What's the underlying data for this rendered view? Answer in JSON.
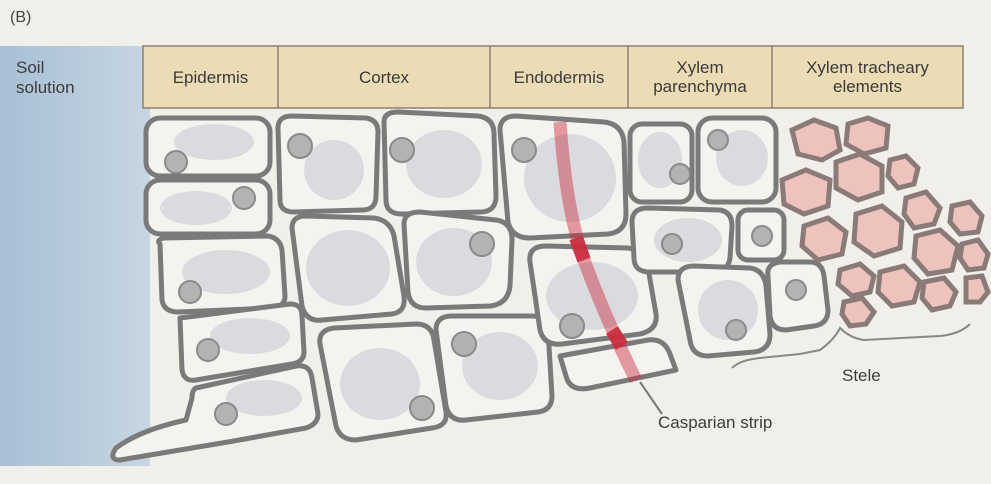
{
  "panel_label": "(B)",
  "soil_label": [
    "Soil",
    "solution"
  ],
  "headers": [
    {
      "label": "Epidermis"
    },
    {
      "label": "Cortex"
    },
    {
      "label": "Endodermis"
    },
    {
      "label": "Xylem parenchyma"
    },
    {
      "label": "Xylem tracheary elements"
    }
  ],
  "stele_label": "Stele",
  "casparian_label": "Casparian strip",
  "colors": {
    "soil": "#b9ccdd",
    "header": "#ecdcb6",
    "cell_wall": "#7a7a7a",
    "cell_fill": "#f5f3ef",
    "vacuole": "#d9dbdf",
    "nucleus": "#b3b3b3",
    "tracheary": "#efc3bd",
    "casparian": "#cc2b3c"
  }
}
